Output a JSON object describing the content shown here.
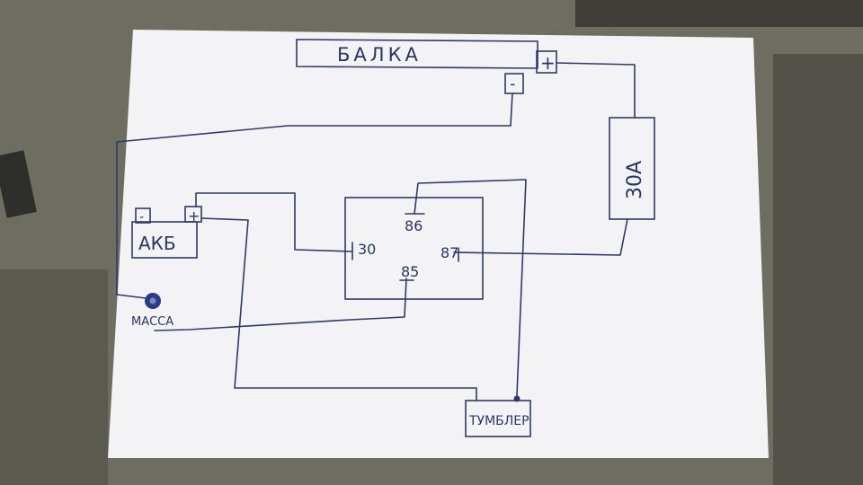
{
  "diagram": {
    "light_bar": {
      "label": "БАЛКА",
      "plus": "+",
      "minus": "-"
    },
    "fuse": {
      "label": "30А"
    },
    "battery": {
      "label": "АКБ",
      "minus": "-",
      "plus": "+"
    },
    "ground": {
      "label": "МАССА"
    },
    "relay": {
      "pin_30": "30",
      "pin_86": "86",
      "pin_85": "85",
      "pin_87": "87"
    },
    "switch": {
      "label": "ТУМБЛЕР"
    }
  },
  "colors": {
    "ink": "#2f3a66",
    "paper": "#f3f3f6",
    "table": "#6b6a5f"
  }
}
